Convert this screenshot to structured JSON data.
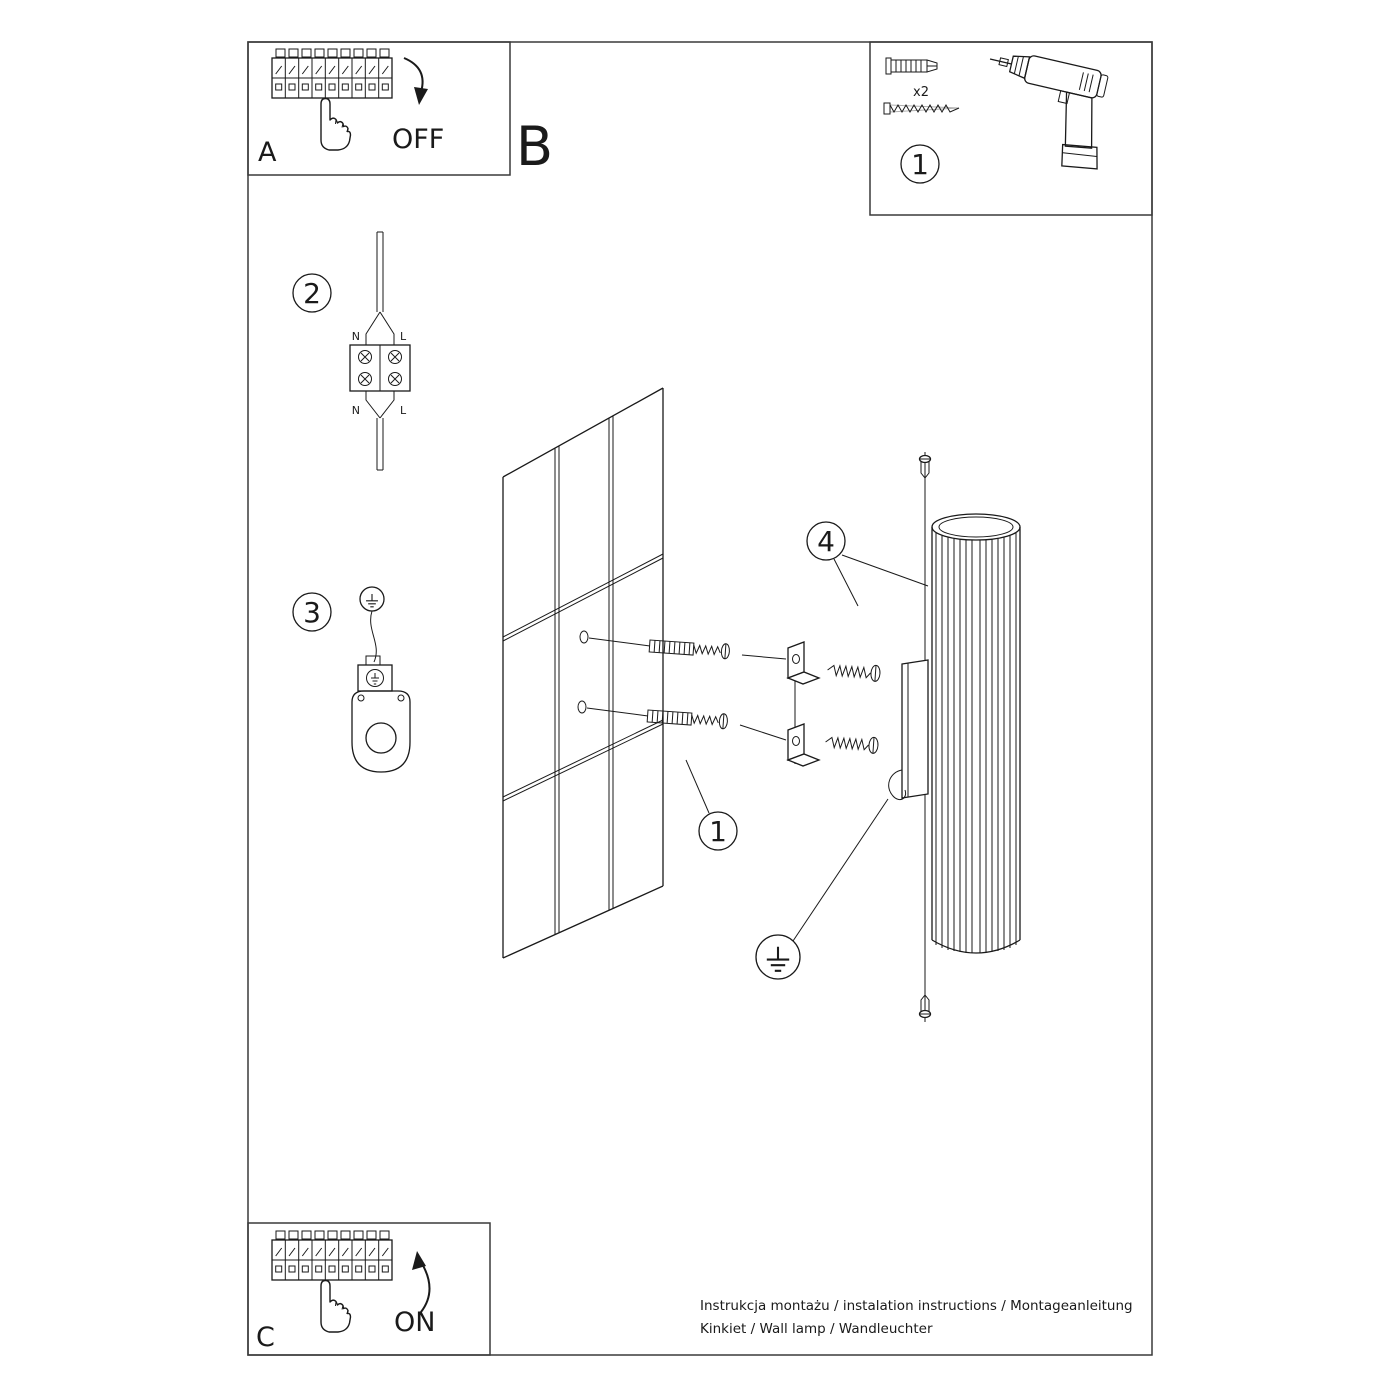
{
  "colors": {
    "ink": "#1a1a1a",
    "background": "#ffffff"
  },
  "panels": {
    "a": {
      "label": "A",
      "state": "OFF"
    },
    "b": {
      "label": "B"
    },
    "c": {
      "label": "C",
      "state": "ON"
    }
  },
  "badges": {
    "hardware_step": "1",
    "step2": "2",
    "step3": "3",
    "step4": "4",
    "step1": "1"
  },
  "hardware": {
    "anchor_qty": "x2"
  },
  "wiring": {
    "top_n": "N",
    "top_l": "L",
    "bottom_n": "N",
    "bottom_l": "L"
  },
  "footer": {
    "line1": "Instrukcja montażu / instalation instructions / Montageanleitung",
    "line2": "Kinkiet / Wall lamp / Wandleuchter"
  }
}
